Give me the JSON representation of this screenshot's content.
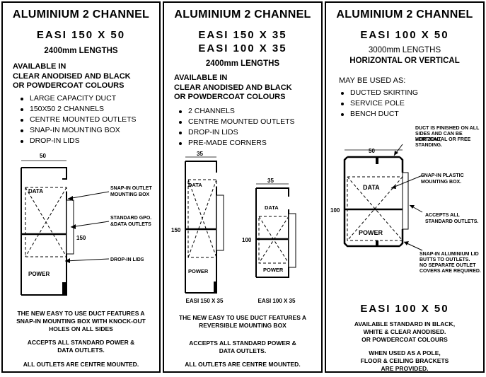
{
  "left": {
    "title": "ALUMINIUM 2 CHANNEL",
    "model": "EASI 150 X 50",
    "length": "2400mm LENGTHS",
    "avail1": "AVAILABLE IN",
    "avail2": "CLEAR ANODISED AND BLACK",
    "avail3": "OR POWDERCOAT COLOURS",
    "bullets": [
      "LARGE CAPACITY DUCT",
      "150X50 2 CHANNELS",
      "CENTRE MOUNTED OUTLETS",
      "SNAP-IN MOUNTING BOX",
      "DROP-IN LIDS"
    ],
    "dim_top": "50",
    "dim_side": "150",
    "label_data": "DATA",
    "label_power": "POWER",
    "callout_box_1": "SNAP-IN OUTLET",
    "callout_box_2": "MOUNTING BOX",
    "callout_gpo_1": "STANDARD GPO.",
    "callout_gpo_2": "&DATA OUTLETS",
    "callout_lids": "DROP-IN LIDS",
    "foot1": "THE NEW EASY TO USE DUCT FEATURES A",
    "foot2": "SNAP-IN MOUNTING BOX WITH KNOCK-OUT",
    "foot3": "HOLES ON ALL SIDES",
    "foot4": "ACCEPTS ALL STANDARD POWER &",
    "foot5": "DATA OUTLETS.",
    "foot6": "ALL OUTLETS ARE CENTRE MOUNTED."
  },
  "middle": {
    "title": "ALUMINIUM 2 CHANNEL",
    "model1": "EASI 150 X 35",
    "model2": "EASI 100 X 35",
    "length": "2400mm LENGTHS",
    "avail1": "AVAILABLE IN",
    "avail2": "CLEAR ANODISED AND BLACK",
    "avail3": "OR POWDERCOAT COLOURS",
    "bullets": [
      "2 CHANNELS",
      "CENTRE MOUNTED OUTLETS",
      "DROP-IN LIDS",
      "PRE-MADE CORNERS"
    ],
    "dim_a_top": "35",
    "dim_a_side": "150",
    "dim_b_top": "35",
    "dim_b_side": "100",
    "label_data": "DATA",
    "label_power": "POWER",
    "cap_a": "EASI 150 X 35",
    "cap_b": "EASI 100 X 35",
    "foot1": "THE NEW EASY TO USE DUCT FEATURES A",
    "foot2": "REVERSIBLE MOUNTING BOX",
    "foot3": "ACCEPTS ALL STANDARD POWER &",
    "foot4": "DATA OUTLETS.",
    "foot5": "ALL OUTLETS ARE CENTRE MOUNTED."
  },
  "right": {
    "title": "ALUMINIUM 2 CHANNEL",
    "model": "EASI 100 X 50",
    "length": "3000mm LENGTHS",
    "orient": "HORIZONTAL OR VERTICAL",
    "use": "MAY BE USED AS:",
    "bullets": [
      "DUCTED SKIRTING",
      "SERVICE POLE",
      "BENCH DUCT"
    ],
    "note_top_1": "DUCT IS FINISHED ON ALL",
    "note_top_2": "SIDES AND CAN BE VERTICAL,",
    "note_top_3": "HORIZONTAL OR FREE",
    "note_top_4": "STANDING.",
    "dim_top": "50",
    "dim_side": "100",
    "label_data": "DATA",
    "label_power": "POWER",
    "callout_box_1": "SNAP-IN PLASTIC",
    "callout_box_2": "MOUNTING BOX.",
    "callout_acc_1": "ACCEPTS ALL",
    "callout_acc_2": "STANDARD OUTLETS.",
    "callout_lid_1": "SNAP-IN ALUMINIUM LID",
    "callout_lid_2": "BUTTS TO OUTLETS.",
    "callout_lid_3": "NO SEPARATE OUTLET",
    "callout_lid_4": "COVERS ARE REQUIRED.",
    "model_bottom": "EASI 100 X 50",
    "foot1": "AVAILABLE STANDARD IN BLACK,",
    "foot2": "WHITE & CLEAR ANODISED.",
    "foot3": "OR POWDERCOAT COLOURS",
    "foot4": "WHEN USED AS A POLE,",
    "foot5": "FLOOR & CEILING BRACKETS",
    "foot6": "ARE PROVIDED."
  }
}
